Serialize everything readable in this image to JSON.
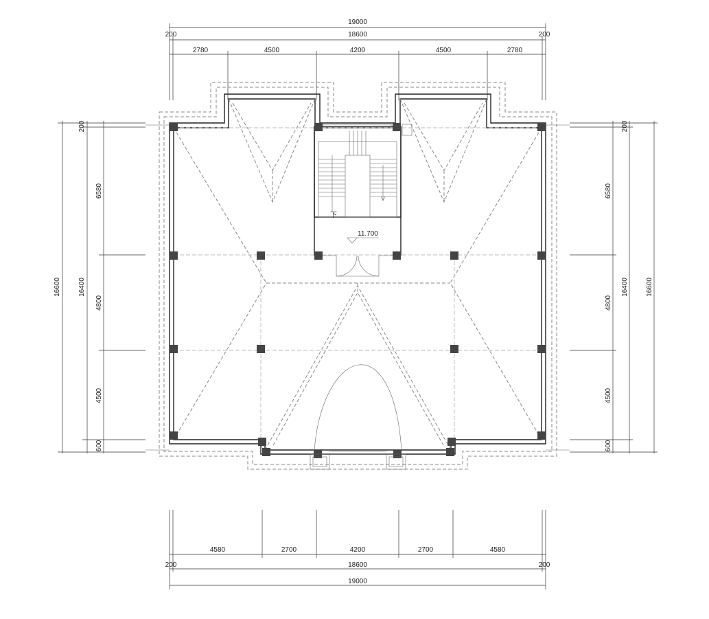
{
  "dimensions": {
    "top": {
      "overall": "19000",
      "inner": "18600",
      "edge_left": "200",
      "edge_right": "200",
      "bays": [
        "2780",
        "4500",
        "4200",
        "4500",
        "2780"
      ]
    },
    "bottom": {
      "overall": "19000",
      "inner": "18600",
      "edge_left": "200",
      "edge_right": "200",
      "bays": [
        "4580",
        "2700",
        "4200",
        "2700",
        "4580"
      ]
    },
    "left": {
      "overall": "16600",
      "inner": "16400",
      "edge_top": "200",
      "edge_bottom": "600",
      "bays": [
        "6580",
        "4800",
        "4500"
      ]
    },
    "right": {
      "overall": "16600",
      "inner": "16400",
      "edge_top": "200",
      "edge_bottom": "600",
      "bays": [
        "6580",
        "4800",
        "4500"
      ]
    }
  },
  "labels": {
    "elevation": "11.700",
    "stair_direction": "下"
  }
}
